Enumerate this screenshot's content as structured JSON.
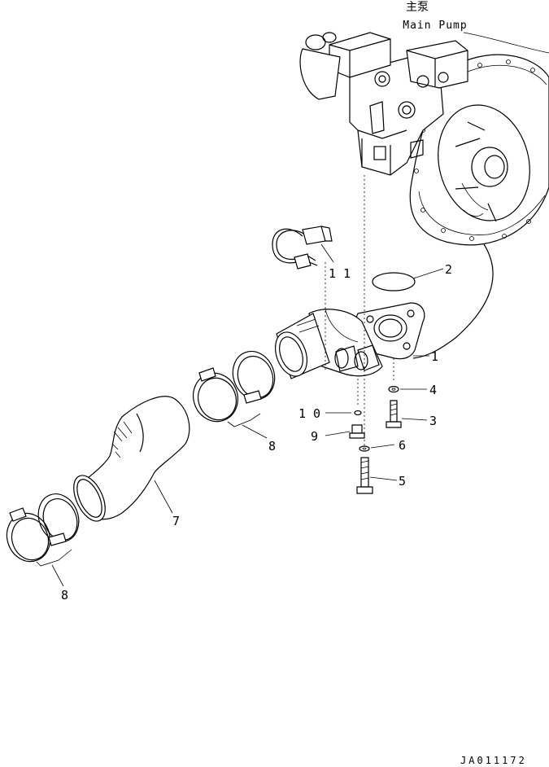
{
  "title": {
    "chinese": "主泵",
    "english": "Main Pump"
  },
  "labels": {
    "l1": "1",
    "l2": "2",
    "l3": "3",
    "l4": "4",
    "l5": "5",
    "l6": "6",
    "l7": "7",
    "l8a": "8",
    "l8b": "8",
    "l9": "9",
    "l10": "1 0",
    "l11": "1 1"
  },
  "drawing_code": "JA011172"
}
